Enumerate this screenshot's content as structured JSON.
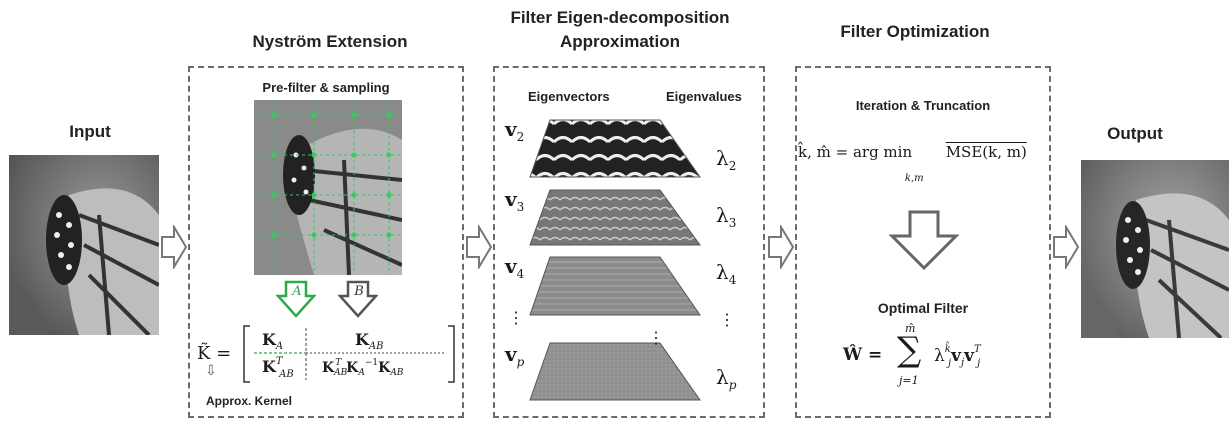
{
  "stage_titles": {
    "input": "Input",
    "nystrom": "Nyström Extension",
    "eigen_line1": "Filter Eigen-decomposition",
    "eigen_line2": "Approximation",
    "optimization": "Filter Optimization",
    "output": "Output"
  },
  "nystrom": {
    "prefilter_label": "Pre-filter & sampling",
    "arrow_a": "A",
    "arrow_b": "B",
    "kernel_lhs": "K̃ =",
    "k_a": "K",
    "k_a_sub": "A",
    "k_ab": "K",
    "k_ab_sub": "AB",
    "k_ab_t": "K",
    "k_ab_t_sup": "T",
    "k_ab_t_sub": "AB",
    "k_bb": "K",
    "k_bb_formula": "K_AB^T K_A^-1 K_AB",
    "approx_kernel_label": "Approx. Kernel"
  },
  "eigen": {
    "eigenvectors_label": "Eigenvectors",
    "eigenvalues_label": "Eigenvalues",
    "rows": [
      {
        "vec": "v",
        "vec_sub": "2",
        "val": "λ",
        "val_sub": "2"
      },
      {
        "vec": "v",
        "vec_sub": "3",
        "val": "λ",
        "val_sub": "3"
      },
      {
        "vec": "v",
        "vec_sub": "4",
        "val": "λ",
        "val_sub": "4"
      },
      {
        "vec": "v",
        "vec_sub": "p",
        "val": "λ",
        "val_sub": "p"
      }
    ],
    "ellipsis": "⋮"
  },
  "optimization": {
    "iteration_label": "Iteration & Truncation",
    "argmin_lhs": "k̂, m̂ = arg min",
    "argmin_sub": "k,m",
    "argmin_rhs": "MSE(k, m)",
    "optimal_filter_label": "Optimal Filter",
    "w_hat": "Ŵ =",
    "sum_sym": "∑",
    "sum_top": "m̂",
    "sum_bottom": "j=1",
    "sum_body": "λ",
    "sum_body_sup": "k̂",
    "sum_body_sub": "j",
    "sum_vj": "v",
    "sum_vj_sub": "j",
    "sum_vjt": "v",
    "sum_vjt_sup": "T",
    "sum_vjt_sub": "j"
  },
  "colors": {
    "box_border": "#6b6b6b",
    "arrow_a": "#2fa84f",
    "arrow_b": "#555555",
    "grid_line": "#3fbf6a",
    "sample_dot": "#2fd05a"
  }
}
